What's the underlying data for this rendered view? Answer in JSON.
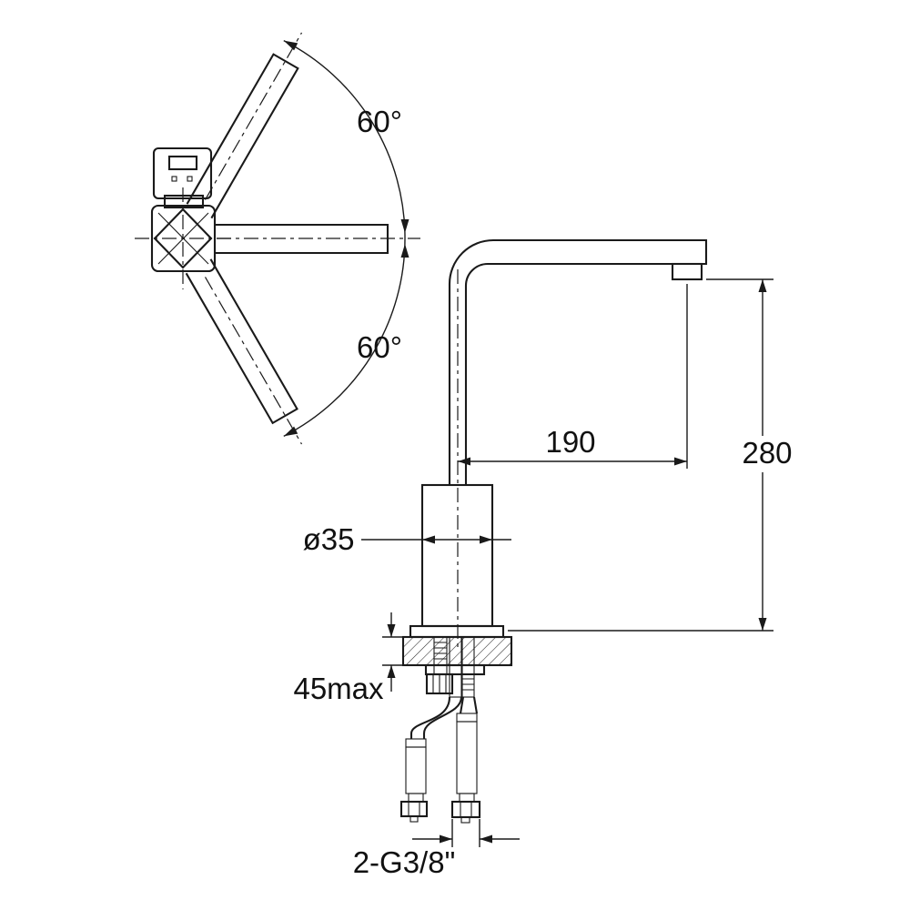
{
  "drawing": {
    "title": "faucet-installation-dimension-drawing",
    "labels": {
      "swivel_angle_top": "60°",
      "swivel_angle_bottom": "60°",
      "spout_reach": "190",
      "total_height": "280",
      "body_diameter": "ø35",
      "max_deck_thickness": "45max",
      "connection_thread": "2-G3/8\""
    },
    "colors": {
      "line": "#1a1a1a",
      "background": "#ffffff"
    }
  }
}
